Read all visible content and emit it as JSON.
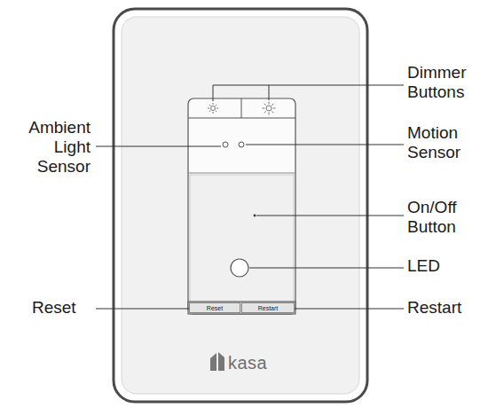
{
  "diagram": {
    "nodes": [
      {
        "text": [
          "Reset"
        ]
      },
      {
        "text": [
          "Restart"
        ]
      }
    ],
    "labels": [
      "Dimmer Buttons",
      "Ambient Light Sensor",
      "Motion Sensor",
      "On/Off Button",
      "LED",
      "Reset",
      "Restart",
      "kasa"
    ]
  }
}
